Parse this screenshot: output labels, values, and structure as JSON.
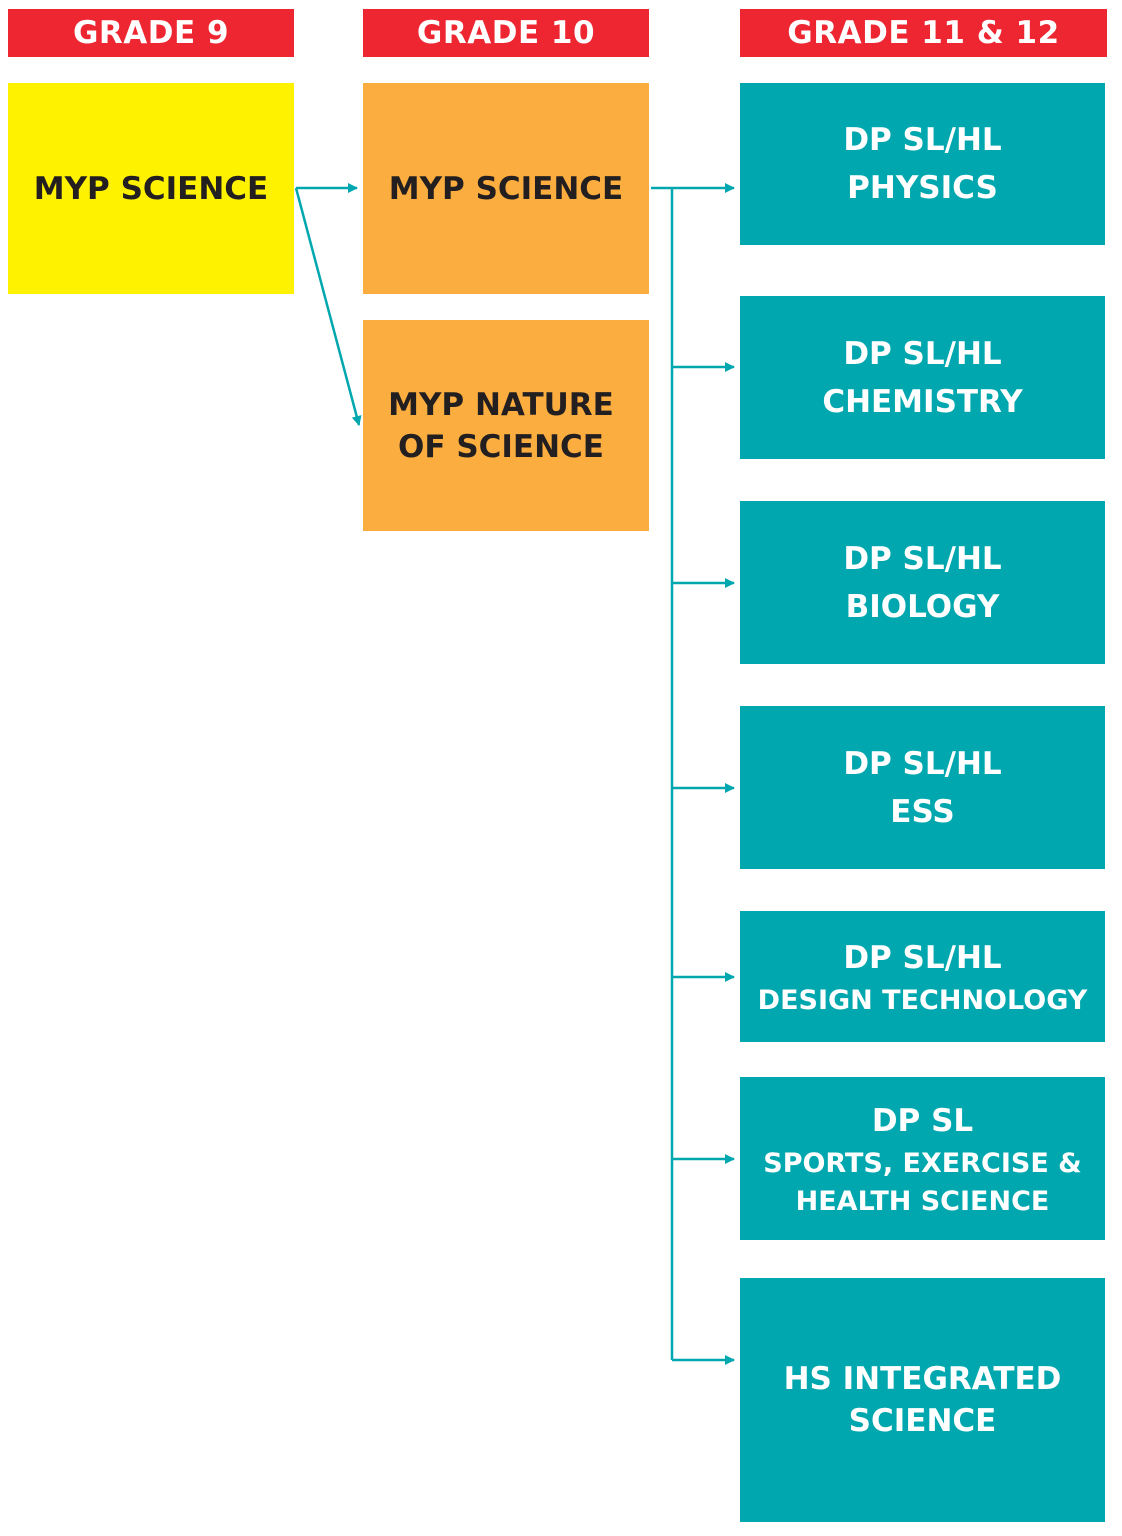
{
  "colors": {
    "header": "#ee2631",
    "grade9_box": "#fff200",
    "grade10_box": "#fbae3f",
    "dp_box": "#00a7ae",
    "connector": "#00a7ae"
  },
  "headers": {
    "grade9": "GRADE 9",
    "grade10": "GRADE 10",
    "grade11_12": "GRADE 11 & 12"
  },
  "grade9": {
    "myp_science": "MYP SCIENCE"
  },
  "grade10": {
    "myp_science": "MYP SCIENCE",
    "nature_line1": "MYP NATURE",
    "nature_line2": "OF SCIENCE"
  },
  "grade11_12": {
    "physics": {
      "level": "DP SL/HL",
      "subject": "PHYSICS"
    },
    "chemistry": {
      "level": "DP SL/HL",
      "subject": "CHEMISTRY"
    },
    "biology": {
      "level": "DP SL/HL",
      "subject": "BIOLOGY"
    },
    "ess": {
      "level": "DP SL/HL",
      "subject": "ESS"
    },
    "design": {
      "level": "DP SL/HL",
      "subject": "DESIGN TECHNOLOGY"
    },
    "sports": {
      "level": "DP SL",
      "subject_line1": "SPORTS, EXERCISE &",
      "subject_line2": "HEALTH SCIENCE"
    },
    "integrated": {
      "line1": "HS INTEGRATED",
      "line2": "SCIENCE"
    }
  }
}
